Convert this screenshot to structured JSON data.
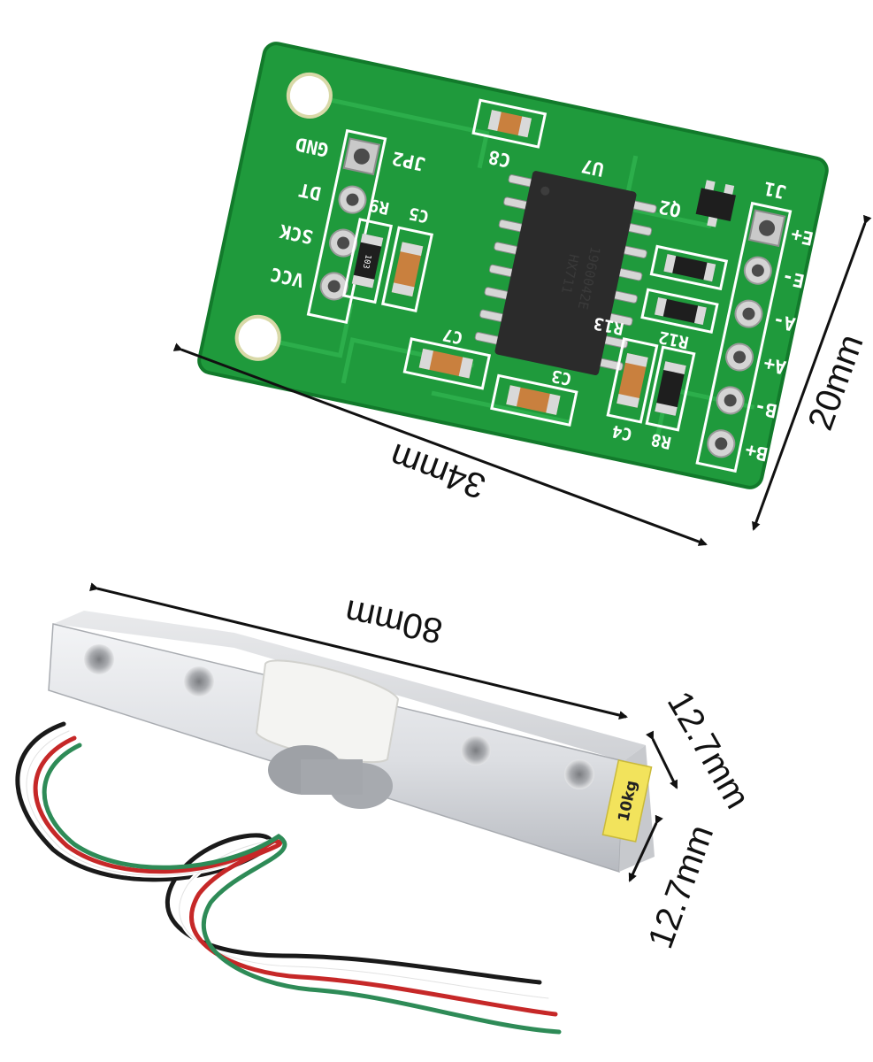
{
  "board": {
    "dimension_width": "34mm",
    "dimension_height": "20mm",
    "pin_labels_left": [
      "GND",
      "DT",
      "SCK",
      "VCC"
    ],
    "pin_labels_right": [
      "E+",
      "E-",
      "A-",
      "A+",
      "B-",
      "B+"
    ],
    "silkscreen": [
      "U7",
      "JP2",
      "C8",
      "Q2",
      "J1",
      "R9",
      "C5",
      "R13",
      "R12",
      "C7",
      "C3",
      "C4",
      "R8"
    ],
    "chip_text": [
      "HX711",
      "1960042E"
    ],
    "resistor_marking": "103",
    "colors": {
      "pcb": "#1f9a3c",
      "pcb_dark": "#127a2b",
      "trace": "#2fb24e",
      "silkscreen": "#ffffff",
      "chip": "#2b2b2b"
    }
  },
  "load_cell": {
    "dimension_length": "80mm",
    "dimension_height": "12.7mm",
    "dimension_width": "12.7mm",
    "label_text": "10kg",
    "wires": [
      "#1a1a1a",
      "#ffffff",
      "#c62828",
      "#2e8b57"
    ],
    "colors": {
      "aluminum": "#dfe1e4",
      "aluminum_shadow": "#b9bcc1",
      "cover": "#f4f4f2"
    }
  }
}
